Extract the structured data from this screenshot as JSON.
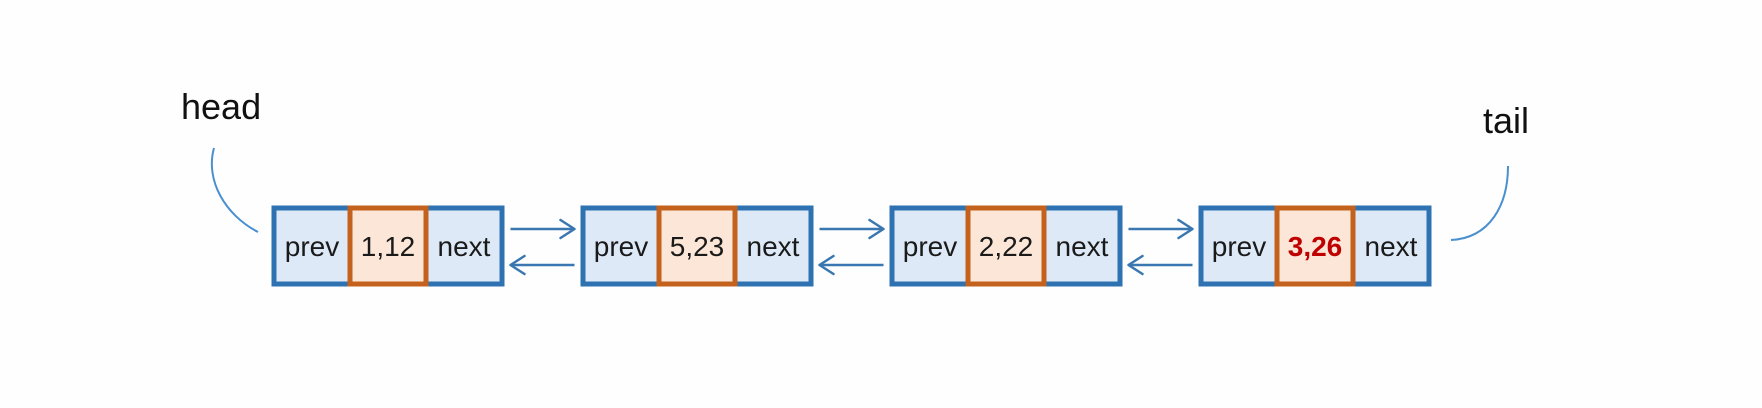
{
  "labels": {
    "head": "head",
    "tail": "tail"
  },
  "nodes": [
    {
      "prev": "prev",
      "value": "1,12",
      "next": "next",
      "highlight": false
    },
    {
      "prev": "prev",
      "value": "5,23",
      "next": "next",
      "highlight": false
    },
    {
      "prev": "prev",
      "value": "2,22",
      "next": "next",
      "highlight": false
    },
    {
      "prev": "prev",
      "value": "3,26",
      "next": "next",
      "highlight": true
    }
  ],
  "colors": {
    "pointer_border": "#2f72b2",
    "pointer_fill": "#dde9f6",
    "value_border": "#c4611c",
    "value_fill": "#fbe6d7",
    "arrow": "#3a77b0",
    "callout": "#4a8fcf",
    "highlight_text": "#c00000"
  }
}
